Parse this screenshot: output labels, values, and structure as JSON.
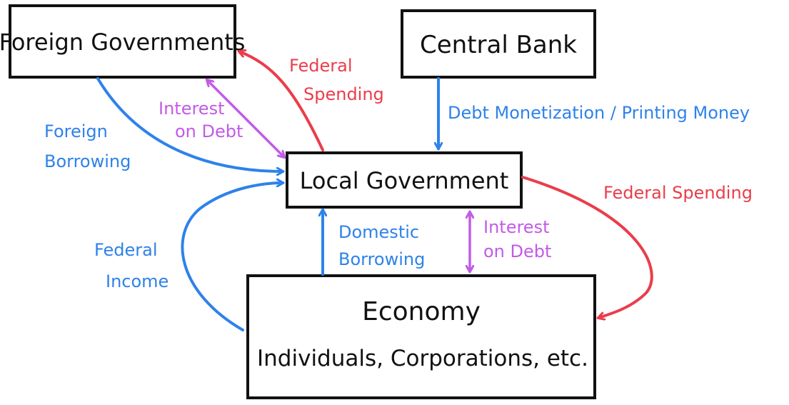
{
  "colors": {
    "box_border": "#111111",
    "blue": "#2e82ea",
    "red": "#ea3d4a",
    "purple": "#c25be6"
  },
  "nodes": {
    "foreign_governments": "Foreign Governments",
    "central_bank": "Central Bank",
    "local_government": "Local Government",
    "economy_title": "Economy",
    "economy_subtitle": "Individuals, Corporations, etc."
  },
  "edges": {
    "foreign_borrowing": [
      "Foreign",
      "Borrowing"
    ],
    "interest_on_debt_foreign": [
      "Interest",
      "on Debt"
    ],
    "federal_spending_foreign": [
      "Federal",
      "Spending"
    ],
    "debt_monetization": "Debt Monetization / Printing Money",
    "federal_spending_economy": "Federal Spending",
    "federal_income": [
      "Federal",
      "Income"
    ],
    "domestic_borrowing": [
      "Domestic",
      "Borrowing"
    ],
    "interest_on_debt_domestic": [
      "Interest",
      "on Debt"
    ]
  }
}
